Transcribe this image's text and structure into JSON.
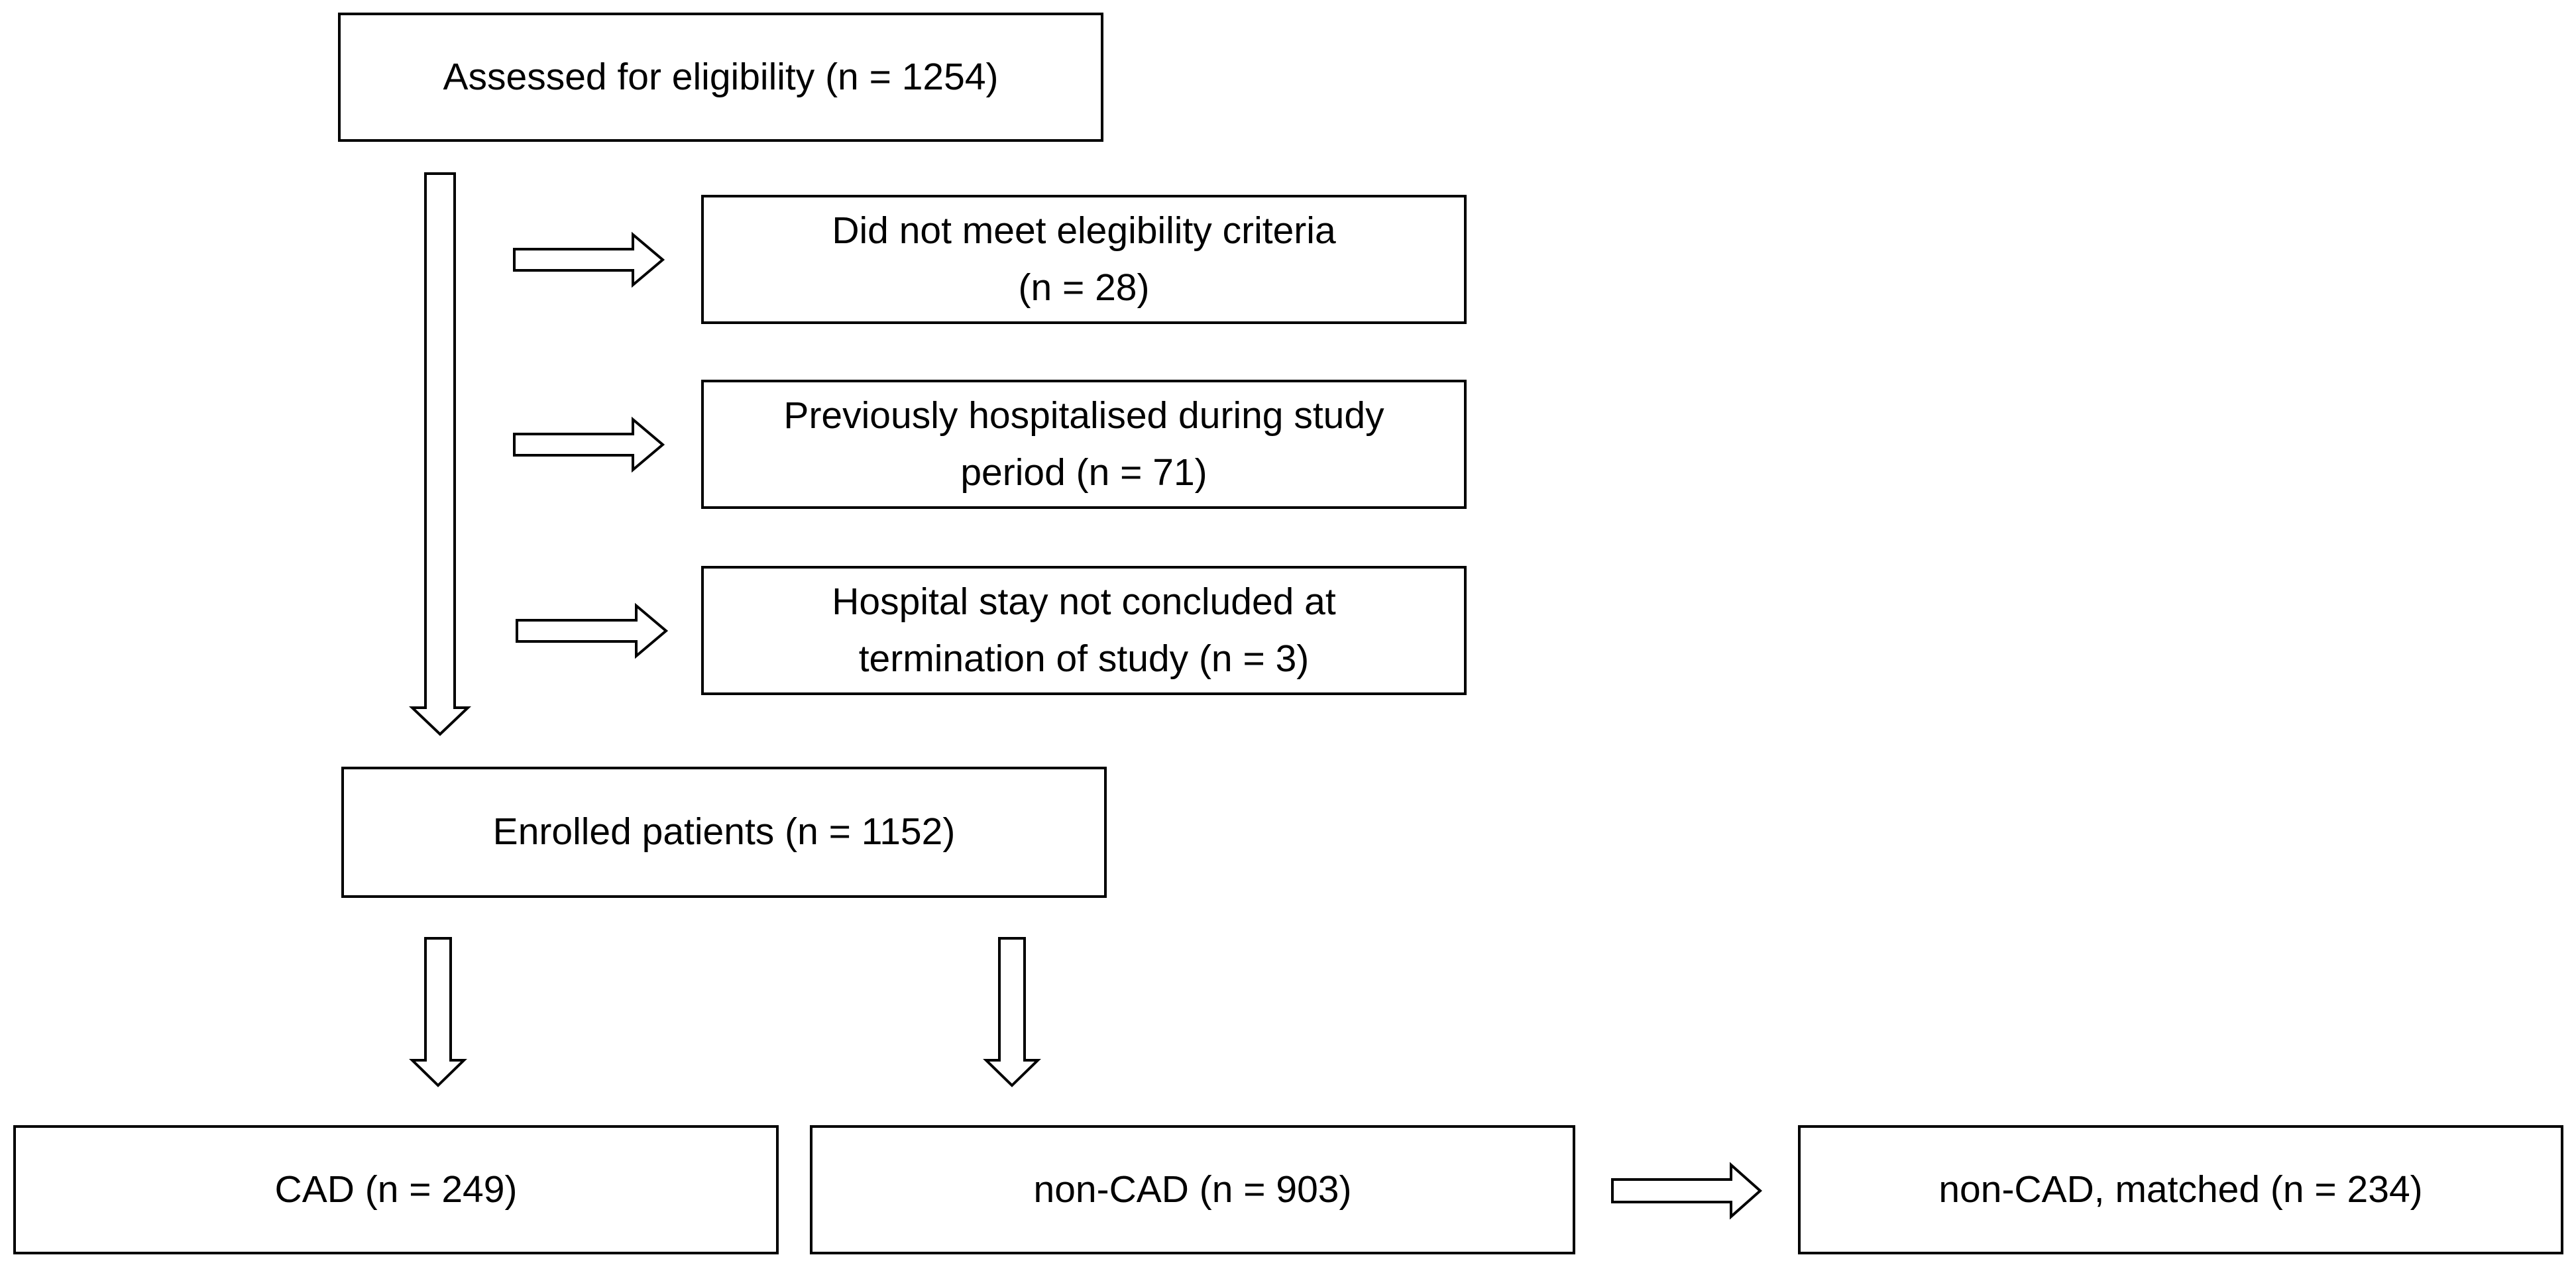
{
  "flowchart": {
    "assessed": "Assessed for eligibility (n = 1254)",
    "exclusions": [
      {
        "line1": "Did not meet elegibility criteria",
        "line2": "(n = 28)"
      },
      {
        "line1": "Previously hospitalised during study",
        "line2": "period (n = 71)"
      },
      {
        "line1": "Hospital stay not concluded at",
        "line2": "termination of study (n = 3)"
      }
    ],
    "enrolled": "Enrolled patients (n = 1152)",
    "cad": "CAD (n = 249)",
    "non_cad": "non-CAD (n = 903)",
    "non_cad_matched": "non-CAD, matched (n = 234)"
  },
  "colors": {
    "stroke": "#000000",
    "fill": "#ffffff",
    "text": "#000000"
  }
}
